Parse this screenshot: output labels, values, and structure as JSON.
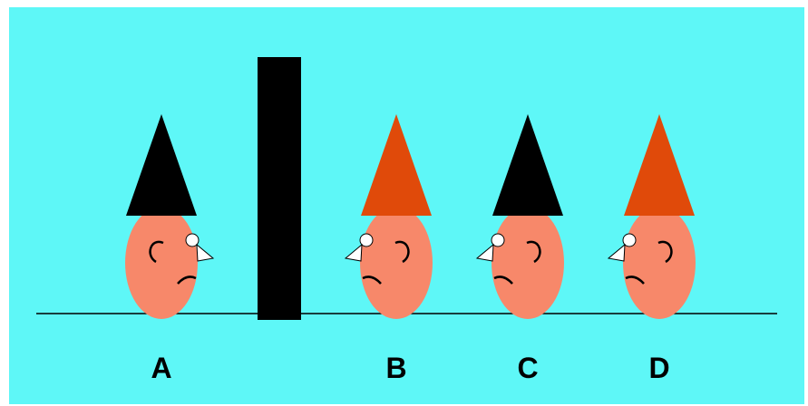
{
  "figure": {
    "people": [
      {
        "label": "A",
        "hat_color": "#000000",
        "facing": "right"
      },
      {
        "label": "B",
        "hat_color": "#e04a0a",
        "facing": "left"
      },
      {
        "label": "C",
        "hat_color": "#000000",
        "facing": "left"
      },
      {
        "label": "D",
        "hat_color": "#e04a0a",
        "facing": "left"
      }
    ],
    "colors": {
      "background": "#5ef7f7",
      "face": "#f7886a",
      "wall": "#000000",
      "ground": "#000000"
    }
  }
}
